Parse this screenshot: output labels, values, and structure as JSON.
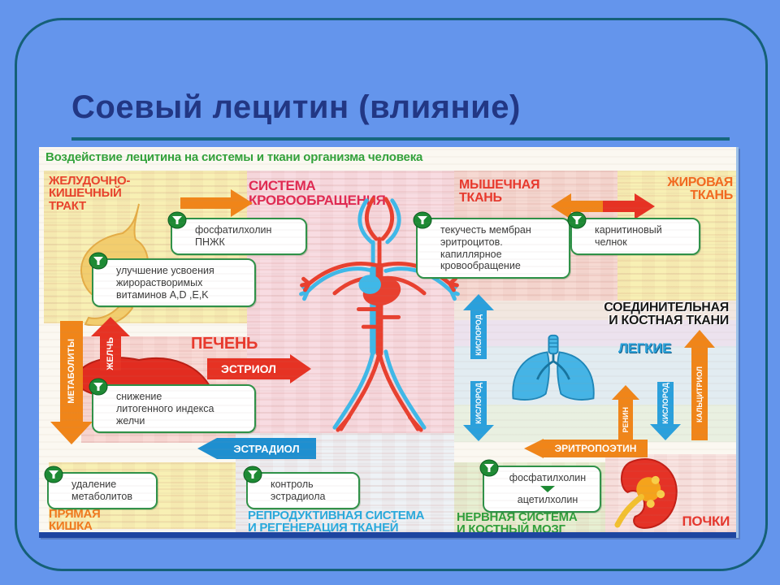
{
  "slide": {
    "title": "Соевый лецитин (влияние)"
  },
  "infographic": {
    "header": "Воздействие лецитина на системы и ткани организма человека",
    "sections": {
      "gi_tract": "ЖЕЛУДОЧНО-\nКИШЕЧНЫЙ\nТРАКТ",
      "circulation": "СИСТЕМА\nКРОВООБРАЩЕНИЯ",
      "muscle": "МЫШЕЧНАЯ\nТКАНЬ",
      "fat": "ЖИРОВАЯ\nТКАНЬ",
      "liver": "ПЕЧЕНЬ",
      "connective": "СОЕДИНИТЕЛЬНАЯ\nИ КОСТНАЯ ТКАНИ",
      "lungs": "ЛЕГКИЕ",
      "rectum": "ПРЯМАЯ\nКИШКА",
      "reproductive": "РЕПРОДУКТИВНАЯ СИСТЕМА\nИ РЕГЕНЕРАЦИЯ ТКАНЕЙ",
      "nervous": "НЕРВНАЯ СИСТЕМА\nИ КОСТНЫЙ МОЗГ",
      "kidneys": "ПОЧКИ"
    },
    "boxes": {
      "phosphatidylcholine_pufa": "фосфатилхолин\nПНЖК",
      "vitamins": "улучшение усвоения\nжирорастворимых\nвитаминов A,D ,E,K",
      "membranes": "текучесть мембран\nэритроцитов.\nкапиллярное\nкровообращение",
      "carnitine": "карнитиновый\nчелнок",
      "bile_index": "снижение\nлитогенного индекса\nжелчи",
      "metabolite_removal": "удаление\nметаболитов",
      "estradiol_control": "контроль\nэстрадиола",
      "phosphatidylcholine": "фосфатилхолин",
      "acetylcholine": "ацетилхолин"
    },
    "arrows": {
      "bile": "ЖЕЛЧЬ",
      "metabolites": "МЕТАБОЛИТЫ",
      "estriol": "ЭСТРИОЛ",
      "estradiol": "ЭСТРАДИОЛ",
      "oxygen_up": "КИСЛОРОД",
      "oxygen_down_left": "КИСЛОРОД",
      "oxygen_down_right": "КИСЛОРОД",
      "renin": "РЕНИН",
      "calcitriol": "КАЛЬЦИТРИОЛ",
      "erythropoietin": "ЭРИТРОПОЭТИН"
    },
    "colors": {
      "background": "#6495ec",
      "frame": "#156077",
      "title": "#223784",
      "red_label": "#e8382c",
      "crimson_label": "#e02a52",
      "orange_label": "#f2691f",
      "blue_label": "#29a9dc",
      "green_label": "#2f9e3a",
      "orange_arrow": "#f08519",
      "red_arrow": "#e63223",
      "blue_arrow": "#2aa0dc",
      "box_border": "#2f9148",
      "badge_green": "#1d8a34"
    }
  }
}
